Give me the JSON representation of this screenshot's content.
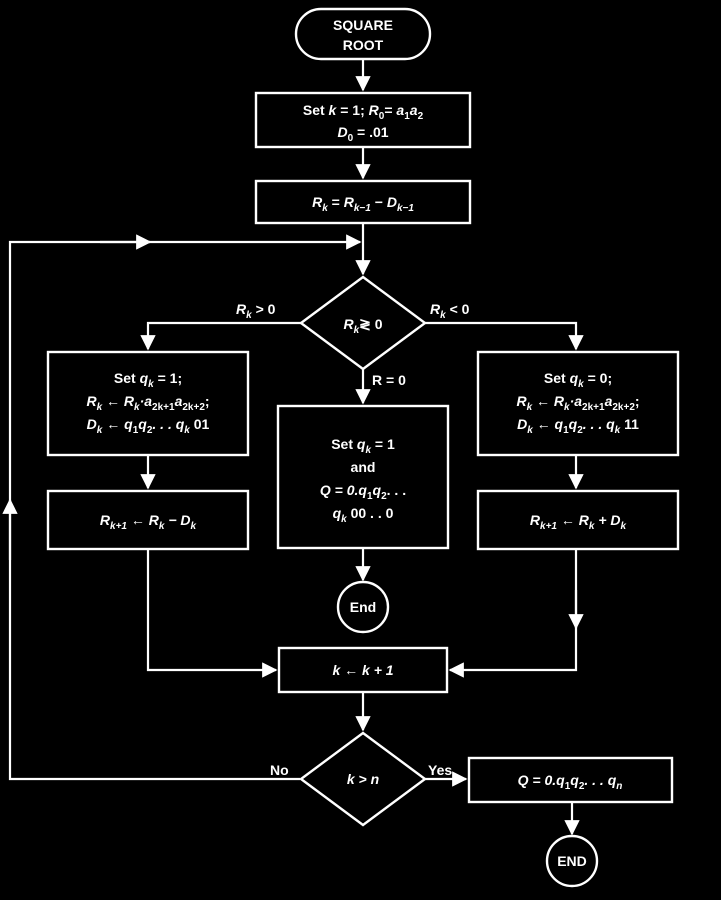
{
  "start": {
    "line1": "SQUARE",
    "line2": "ROOT"
  },
  "init": {
    "p1": "Set ",
    "k": "k",
    "p2": " = 1; ",
    "R": "R",
    "s0": "0",
    "p3": "= ",
    "a1": "a",
    "a1s": "1",
    "a2": "a",
    "a2s": "2",
    "D": "D",
    "d0": "0",
    "p4": " = .01"
  },
  "compute": {
    "R": "R",
    "k": "k",
    "eq": " = ",
    "R2": "R",
    "km1": "k−1",
    "minus": " − ",
    "D": "D",
    "km1b": "k−1"
  },
  "decision1": {
    "R": "R",
    "k": "k",
    "rel": "≷ 0"
  },
  "branch_left_label": {
    "R": "R",
    "k": "k",
    "rel": " > 0"
  },
  "branch_right_label": {
    "R": "R",
    "k": "k",
    "rel": " < 0"
  },
  "branch_mid_label": "R = 0",
  "left_box": {
    "l1a": "Set ",
    "q": "q",
    "k": "k",
    "l1b": " = 1;",
    "l2": "R",
    "l2s": "k",
    "l2b": " ← R",
    "l2c": "k",
    "l2d": "·a",
    "l2e": "2k+1",
    "l2f": "a",
    "l2g": "2k+2",
    "l2h": ";",
    "l3": "D",
    "l3s": "k",
    "l3b": " ← q",
    "l3c": "1",
    "l3d": "q",
    "l3e": "2",
    "l3f": ". . . q",
    "l3g": "k",
    "l3h": " 01"
  },
  "right_box": {
    "l1a": "Set ",
    "q": "q",
    "k": "k",
    "l1b": " = 0;",
    "l2": "R",
    "l2s": "k",
    "l2b": " ← R",
    "l2c": "k",
    "l2d": "·a",
    "l2e": "2k+1",
    "l2f": "a",
    "l2g": "2k+2",
    "l2h": ";",
    "l3": "D",
    "l3s": "k",
    "l3b": " ← q",
    "l3c": "1",
    "l3d": "q",
    "l3e": "2",
    "l3f": ". . . q",
    "l3g": "k",
    "l3h": " 11"
  },
  "mid_box": {
    "l1a": "Set ",
    "q": "q",
    "k": "k",
    "l1b": " = 1",
    "l2": "and",
    "l3a": "Q",
    "l3b": " = 0.q",
    "l3c": "1",
    "l3d": "q",
    "l3e": "2",
    "l3f": ". . .",
    "l4a": "q",
    "l4b": "k",
    "l4c": " 00 . . 0"
  },
  "left_update": {
    "R": "R",
    "s1": "k+1",
    "a": " ← R",
    "s2": "k",
    "b": " − D",
    "s3": "k"
  },
  "right_update": {
    "R": "R",
    "s1": "k+1",
    "a": " ← R",
    "s2": "k",
    "b": " + D",
    "s3": "k"
  },
  "end_mid": "End",
  "increment": {
    "k": "k",
    "rest": " ← k + 1"
  },
  "decision2": {
    "k": "k",
    "rel": " > n"
  },
  "no_label": "No",
  "yes_label": "Yes",
  "result": {
    "Q": "Q",
    "a": " = 0.q",
    "s1": "1",
    "b": "q",
    "s2": "2",
    "c": ". . . q",
    "s3": "n"
  },
  "end_final": "END"
}
